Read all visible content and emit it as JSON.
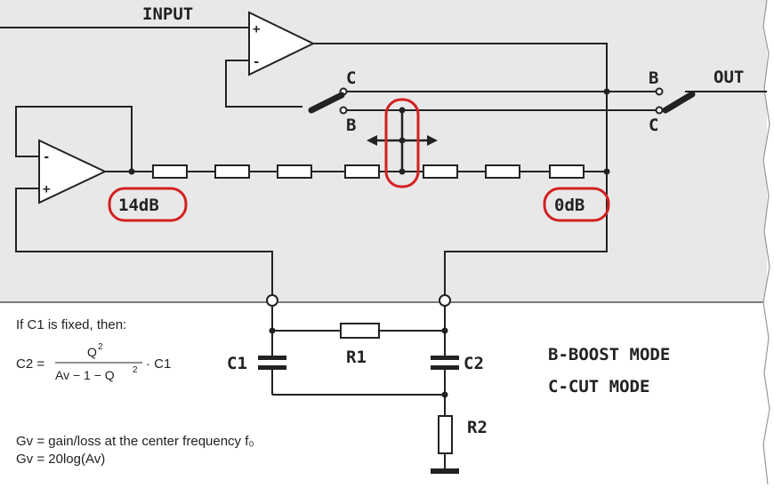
{
  "labels": {
    "input": "INPUT",
    "out": "OUT",
    "c_top": "C",
    "b_top": "B",
    "b_left": "B",
    "c_right": "C",
    "db14": "14dB",
    "db0": "0dB",
    "c1": "C1",
    "c2": "C2",
    "r1": "R1",
    "r2": "R2",
    "plus": "+",
    "minus": "-"
  },
  "legend": {
    "boost": "B-BOOST MODE",
    "cut": "C-CUT MODE"
  },
  "notes": {
    "if_fixed": "If C1 is fixed, then:",
    "c2_lhs": "C2 =",
    "numerator": "Q",
    "num_exp": "2",
    "denominator": "Av − 1 − Q",
    "den_exp": "2",
    "c1_factor": "· C1",
    "gv_def": "Gv = gain/loss at the center frequency f₀",
    "gv_formula": "Gv = 20log(Av)"
  },
  "colors": {
    "panel": "#e8e8e8",
    "line": "#222222",
    "highlight": "#d42020",
    "background": "#ffffff"
  }
}
